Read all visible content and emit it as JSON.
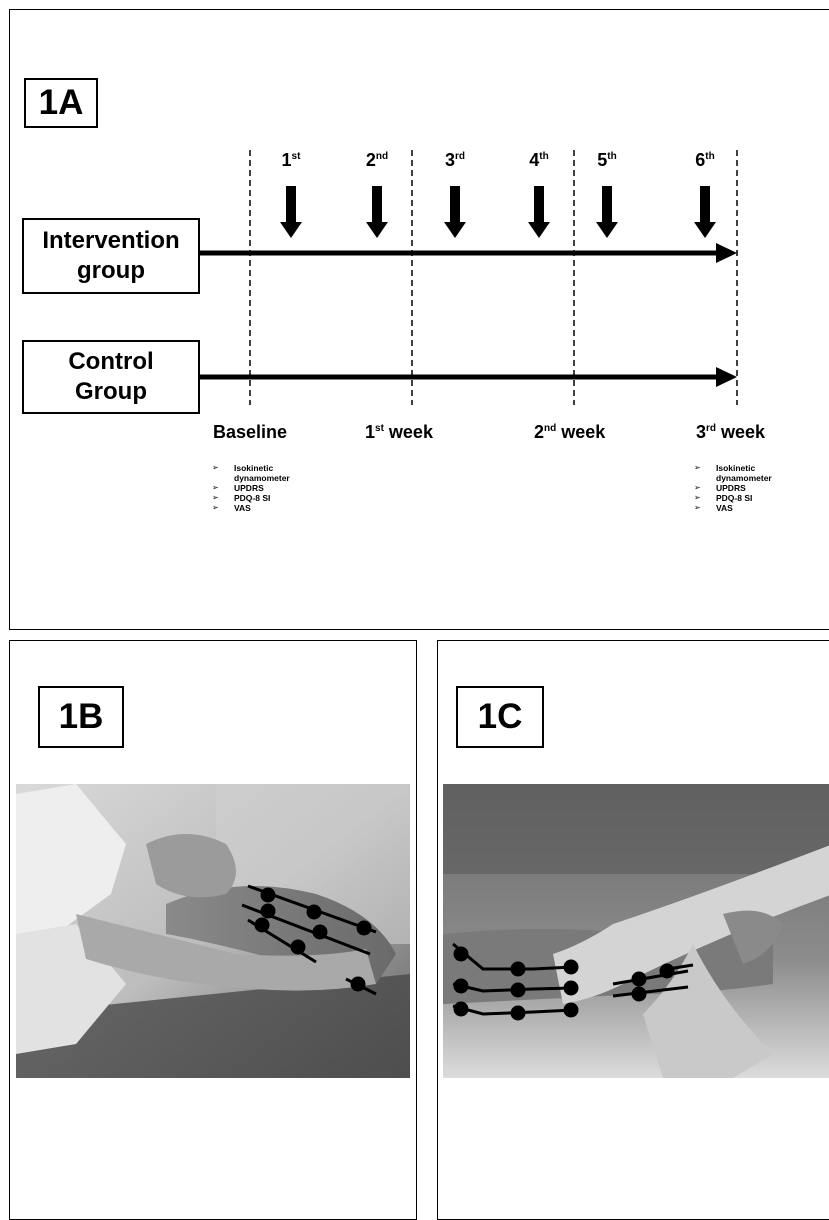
{
  "panel_a": {
    "label": "1A",
    "groups": [
      {
        "name": "Intervention group"
      },
      {
        "name": "Control Group"
      }
    ],
    "sessions": [
      {
        "num": "1",
        "suffix": "st"
      },
      {
        "num": "2",
        "suffix": "nd"
      },
      {
        "num": "3",
        "suffix": "rd"
      },
      {
        "num": "4",
        "suffix": "th"
      },
      {
        "num": "5",
        "suffix": "th"
      },
      {
        "num": "6",
        "suffix": "th"
      }
    ],
    "timepoints": [
      {
        "pre": "Baseline",
        "sup": "",
        "post": ""
      },
      {
        "pre": "1",
        "sup": "st",
        "post": " week"
      },
      {
        "pre": "2",
        "sup": "nd",
        "post": " week"
      },
      {
        "pre": "3",
        "sup": "rd",
        "post": " week"
      }
    ],
    "measures_baseline": [
      "Isokinetic dynamometer",
      "UPDRS",
      "PDQ-8 SI",
      "VAS"
    ],
    "measures_final": [
      "Isokinetic dynamometer",
      "UPDRS",
      "PDQ-8 SI",
      "VAS"
    ],
    "bullet_glyph": "➢"
  },
  "panel_b": {
    "label": "1B"
  },
  "panel_c": {
    "label": "1C"
  }
}
